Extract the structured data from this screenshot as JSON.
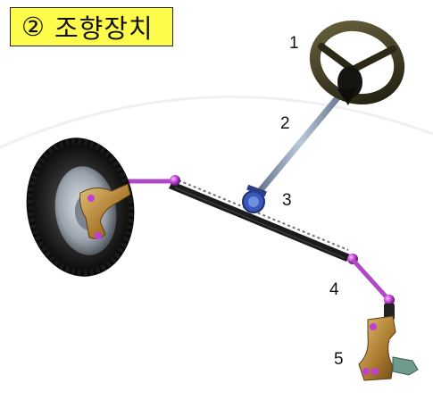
{
  "title": {
    "number": "②",
    "text": "조향장치"
  },
  "callouts": [
    "1",
    "2",
    "3",
    "4",
    "5"
  ],
  "colors": {
    "title_bg": "#fdfc4a",
    "joint": "#c23fd6",
    "knuckle": "#b58a3a",
    "shaft": "#8a9bb0",
    "steering_wheel": "#3a3520"
  }
}
